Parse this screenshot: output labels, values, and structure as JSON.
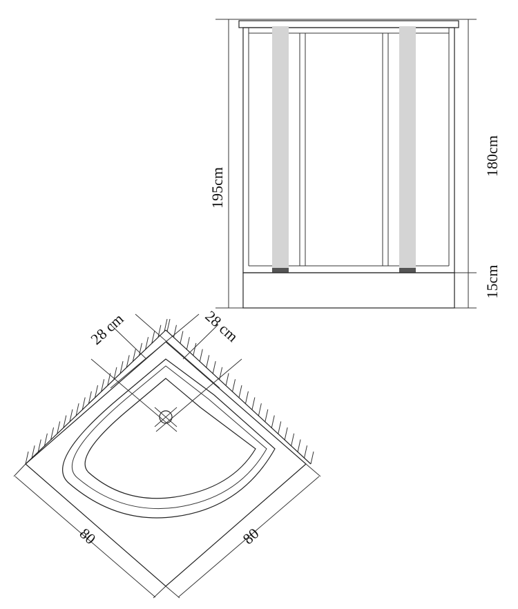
{
  "front_view": {
    "total_height_label": "195cm",
    "cabin_height_label": "180cm",
    "tray_height_label": "15cm",
    "frame_color": "#222222",
    "glass_strip_color": "#d4d4d4",
    "glass_strip_base_color": "#555555"
  },
  "plan_view": {
    "radius_label_left": "28 cm",
    "radius_label_right": "28 cm",
    "side_label_left": "80",
    "side_label_right": "80"
  }
}
